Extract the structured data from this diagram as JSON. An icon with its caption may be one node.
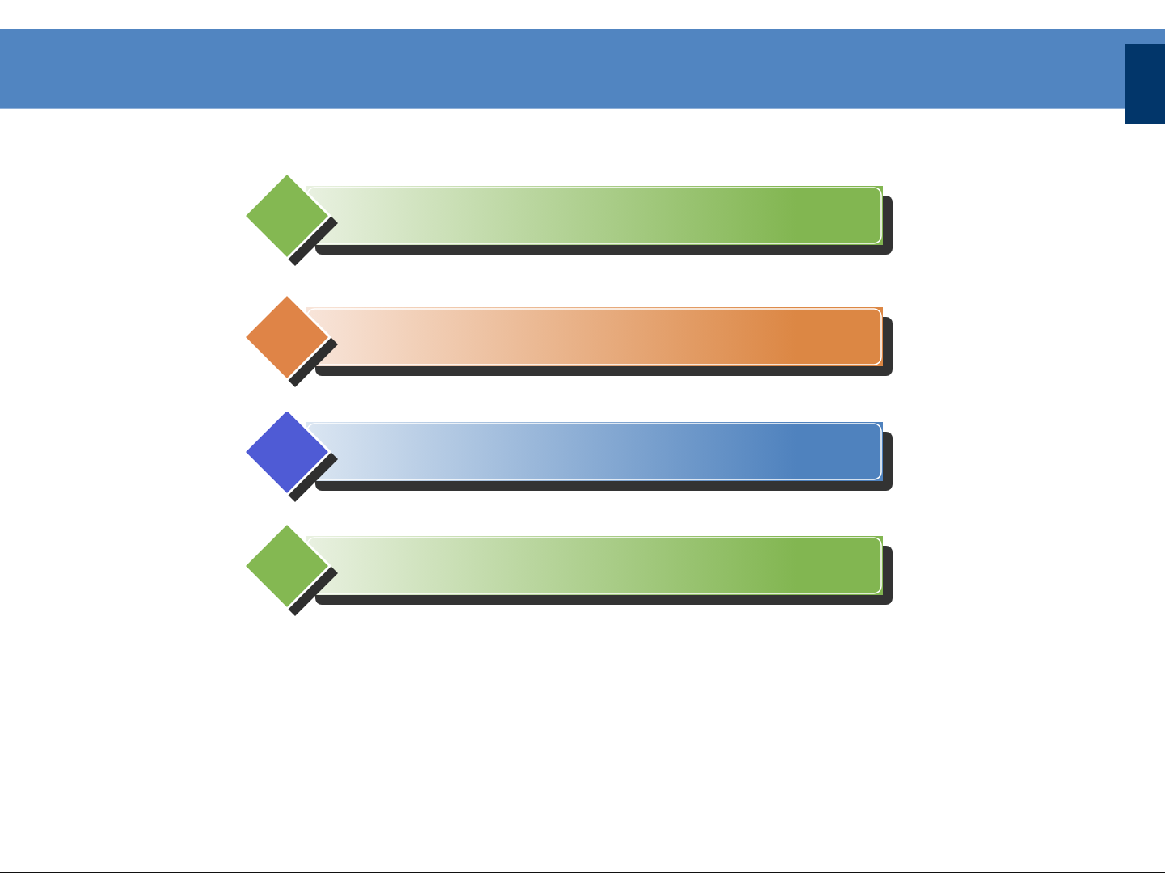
{
  "diagram": {
    "nodes": [
      {
        "text": [],
        "shape": "diamond"
      },
      {
        "text": [],
        "shape": "bar"
      },
      {
        "text": [],
        "shape": "diamond"
      },
      {
        "text": [],
        "shape": "bar"
      },
      {
        "text": [],
        "shape": "diamond"
      },
      {
        "text": [],
        "shape": "bar"
      },
      {
        "text": [],
        "shape": "diamond"
      },
      {
        "text": [],
        "shape": "bar"
      }
    ]
  }
}
